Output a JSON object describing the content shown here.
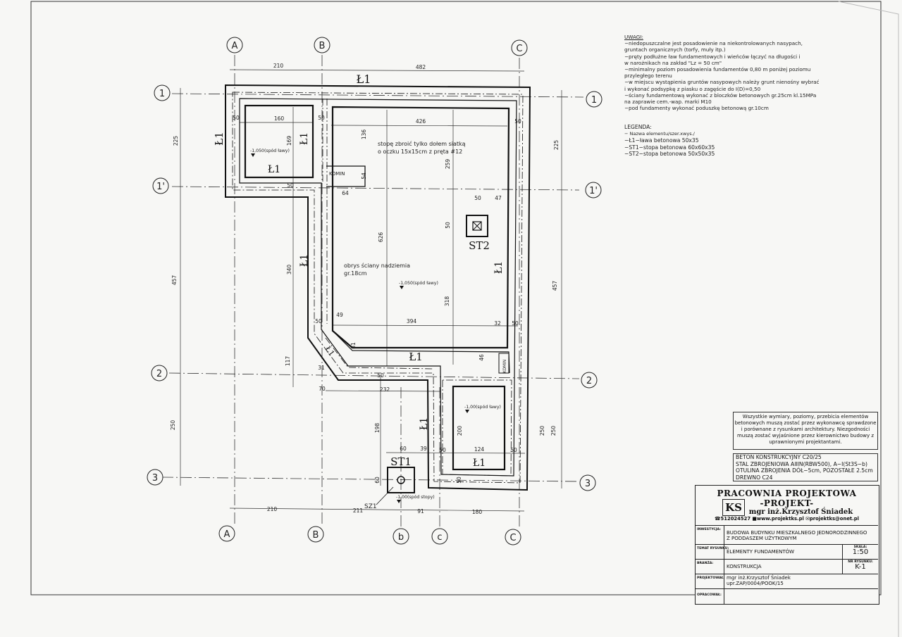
{
  "axes": {
    "top": [
      "A",
      "B",
      "C"
    ],
    "bottom": [
      "A",
      "B",
      "b",
      "c",
      "C"
    ],
    "left": [
      "1",
      "1'",
      "2",
      "3"
    ],
    "right": [
      "1",
      "1'",
      "2",
      "3"
    ]
  },
  "dims": {
    "top": [
      "210",
      "482"
    ],
    "bottom": [
      "210",
      "211",
      "91",
      "180"
    ],
    "left": [
      "225",
      "457",
      "250"
    ],
    "right": [
      "225",
      "457",
      "250",
      "250"
    ],
    "inner": [
      "160",
      "169",
      "426",
      "136",
      "54",
      "64",
      "259",
      "50",
      "47",
      "50",
      "626",
      "340",
      "318",
      "49",
      "394",
      "32",
      "81",
      "117",
      "31",
      "46",
      "70",
      "232",
      "198",
      "60",
      "39",
      "200",
      "124",
      "60",
      "50"
    ],
    "wall50": "50"
  },
  "labels": {
    "l1": "Ł1",
    "st1": "ST1",
    "st2": "ST2",
    "sz1": "SZ1",
    "komin": "KOMIN",
    "elev_lawy": "-1,050(spód ławy)",
    "elev_lawy2": "-1,00(spód ławy)",
    "elev_stopy": "-1,00(spód stopy)",
    "stopa_note_1": "stopę zbroić tylko dołem siatką",
    "stopa_note_2": "o oczku 15x15cm z pręta #12",
    "obrys_1": "obrys ściany nadziemia",
    "obrys_2": "gr.18cm"
  },
  "notes": {
    "title": "UWAGI:",
    "lines": [
      "−niedopuszczalne jest posadowienie na niekontrolowanych nasypach,",
      "  gruntach organicznych (torfy, muły itp.)",
      "−pręty podłużne ław fundamentowych i wieńców łączyć na długości i",
      "  w narożnikach na zakład \"Lz = 50 cm\"",
      "−minimalny poziom posadowienia fundamentów 0,80 m poniżej poziomu",
      "  przyległego terenu",
      "−w miejscu wystąpienia gruntów nasypowych należy grunt nienośny wybrać",
      "  i wykonać podsypkę z piasku o zagęście do I(D)=0,50",
      "−ściany fundamentową wykonać z bloczków betonowych gr.25cm kl.15MPa",
      "  na zaprawie cem.-wap. marki M10",
      "−pod fundamenty wykonać poduszkę betonową gr.10cm"
    ]
  },
  "legend": {
    "title": "LEGENDA:",
    "sub": "− Nazwa elementu/szer.xwys./",
    "items": [
      "−Ł1−ława betonowa 50x35",
      "−ST1−stopa betonowa 60x60x35",
      "−ST2−stopa betonowa 50x50x35"
    ]
  },
  "remark": "Wszystkie wymiary, poziomy, przebicia elementów betonowych muszą zostać przez wykonawcę sprawdzone i porównane z rysunkami architektury. Niezgodności muszą zostać wyjaśnione przez kierownictwo budowy z uprawnionymi projektantami.",
  "materials": [
    "BETON KONSTRUKCYJNY C20/25",
    "STAL ZBROJENIOWA AIIIN(RBW500), A−I(St3S−b)",
    "OTULINA ZBROJENIA DÓŁ−5cm, POZOSTAŁE 2.5cm",
    "DREWNO C24"
  ],
  "title_block": {
    "firm_line1": "PRACOWNIA PROJEKTOWA",
    "firm_line2": "-PROJEKT-",
    "firm_logo": "KS",
    "firm_person": "mgr inż.Krzysztof Śniadek",
    "firm_contact": "☎512024527 ■www.projektks.pl ✉projektks@onet.pl",
    "investment_label": "INWESTYCJA:",
    "investment_value_1": "BUDOWA BUDYNKU MIESZKALNEGO JEDNORODZINNEGO",
    "investment_value_2": "Z PODDASZEM UŻYTKOWYM",
    "drawing_label": "TEMAT RYSUNKU:",
    "drawing_value": "ELEMENTY FUNDAMENTÓW",
    "scale_label": "SKALA:",
    "scale_value": "1:50",
    "branch_label": "BRANŻA:",
    "branch_value": "KONSTRUKCJA",
    "number_label": "NR RYSUNKU:",
    "number_value": "K-1",
    "designer_label": "PROJEKTOWAŁ:",
    "designer_value_1": "mgr inż.Krzysztof Śniadek",
    "designer_value_2": "upr.ZAP/0004/POOK/15",
    "checker_label": "OPRACOWAŁ:"
  }
}
